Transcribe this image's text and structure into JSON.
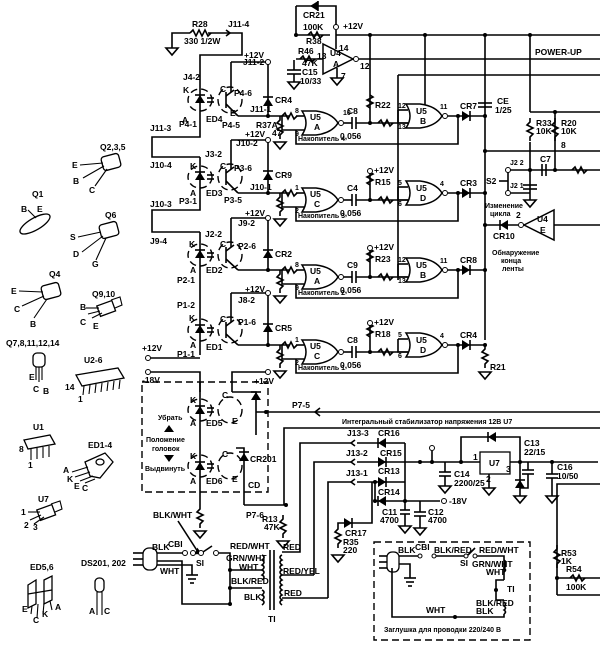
{
  "diagram": {
    "title": "Tape drive control circuit schematic",
    "resistors": {
      "R28": {
        "label": "R28",
        "value": "330 1/2W"
      },
      "R21_top": {
        "label": "CR21",
        "value": "100K"
      },
      "R38": {
        "label": "R38"
      },
      "R46": {
        "label": "R46",
        "value": "47K"
      },
      "R37A": {
        "label": "R37A",
        "value": "47"
      },
      "R22": {
        "label": "R22"
      },
      "R15": {
        "label": "R15"
      },
      "R23": {
        "label": "R23"
      },
      "R18": {
        "label": "R18"
      },
      "R21": {
        "label": "R21"
      },
      "R33": {
        "label": "R33",
        "value": "10K"
      },
      "R20": {
        "label": "R20",
        "value": "10K"
      },
      "R13": {
        "label": "R13",
        "value": "47K"
      },
      "R35": {
        "label": "R35",
        "value": "220"
      },
      "R53": {
        "label": "R53",
        "value": "1K"
      },
      "R54": {
        "label": "R54",
        "value": "100K"
      }
    },
    "capacitors": {
      "C15": {
        "label": "C15",
        "value": "10/33"
      },
      "C8a": {
        "label": "C8",
        "value": "0,056"
      },
      "C4": {
        "label": "C4",
        "value": "0,056"
      },
      "C9": {
        "label": "C9",
        "value": "0,056"
      },
      "C8b": {
        "label": "C8",
        "value": "0,056"
      },
      "CE": {
        "label": "CE",
        "value": "1/25"
      },
      "C7": {
        "label": "C7"
      },
      "C13": {
        "label": "C13",
        "value": "22/15"
      },
      "C14": {
        "label": "C14",
        "value": "2200/25"
      },
      "C16": {
        "label": "C16",
        "value": "10/50"
      },
      "C11": {
        "label": "C11",
        "value": "4700"
      },
      "C12": {
        "label": "C12",
        "value": "4700"
      }
    },
    "diodes": {
      "CR4": "CR4",
      "CR9": "CR9",
      "CR2": "CR2",
      "CR5": "CR5",
      "CR7": "CR7",
      "CR3": "CR3",
      "CR8": "CR8",
      "CR4b": "CR4",
      "CR10": "CR10",
      "CR16": "CR16",
      "CR15": "CR15",
      "CR13": "CR13",
      "CR14": "CR14",
      "CR17": "CR17",
      "CR201": "CR201"
    },
    "connectors": {
      "J11_4": "J11-4",
      "J11_2": "J11-2",
      "J4_2": "J4-2",
      "P4_6": "P4-6",
      "J11_1": "J11-1",
      "P4_1": "P4-1",
      "P4_5": "P4-5",
      "J11_3": "J11-3",
      "J10_2": "J10-2",
      "J10_4": "J10-4",
      "J3_2": "J3-2",
      "P3_6": "P3-6",
      "J10_1": "J10-1",
      "P3_1": "P3-1",
      "P3_5": "P3-5",
      "J10_3": "J10-3",
      "J9_2": "J9-2",
      "J9_4": "J9-4",
      "J2_2": "J2-2",
      "P2_6": "P2-6",
      "P2_1": "P2-1",
      "J8_2": "J8-2",
      "P1_2": "P1-2",
      "P1_6": "P1-6",
      "P1_1": "P1-1",
      "P7_5": "P7-5",
      "P7_6": "P7-6",
      "J13_3": "J13-3",
      "J13_2": "J13-2",
      "J13_1": "J13-1",
      "J2_2b": "J2 2",
      "J2_1": "J2 1"
    },
    "optocouplers": {
      "ED4": "ED4",
      "ED3": "ED3",
      "ED2": "ED2",
      "ED1": "ED1",
      "ED5": "ED5",
      "ED6": "ED6"
    },
    "pin_labels": {
      "K": "K",
      "A": "A",
      "C": "C",
      "E": "E",
      "CD": "CD"
    },
    "gates": {
      "U4A": {
        "name": "U4",
        "sub": "A",
        "pins": [
          "13",
          "14",
          "12",
          "7"
        ]
      },
      "U5A_top": {
        "name": "U5",
        "sub": "A",
        "pins": [
          "8",
          "9",
          "10"
        ]
      },
      "U5B_top": {
        "name": "U5",
        "sub": "B",
        "pins": [
          "12",
          "13",
          "11",
          "7"
        ]
      },
      "U5C_top": {
        "name": "U5",
        "sub": "C",
        "pins": [
          "1",
          "2"
        ]
      },
      "U5D_top": {
        "name": "U5",
        "sub": "D",
        "pins": [
          "5",
          "6",
          "4"
        ]
      },
      "U5A_bot": {
        "name": "U5",
        "sub": "A",
        "pins": [
          "8",
          "9"
        ]
      },
      "U5B_bot": {
        "name": "U5",
        "sub": "B",
        "pins": [
          "12",
          "13",
          "11"
        ]
      },
      "U5C_bot": {
        "name": "U5",
        "sub": "C",
        "pins": [
          "1",
          "2"
        ]
      },
      "U5D_bot": {
        "name": "U5",
        "sub": "D",
        "pins": [
          "5",
          "6",
          "4"
        ]
      },
      "U4E": {
        "name": "U4",
        "sub": "E",
        "pins": [
          "2"
        ]
      },
      "U7": {
        "name": "U7",
        "pins": [
          "1",
          "2",
          "3"
        ]
      }
    },
    "supply": {
      "p12": "+12V",
      "m18": "-18V",
      "m18b": "-18V",
      "p12b": "+12V"
    },
    "signals": {
      "power_up": "POWER-UP",
      "s2": "S2",
      "num8": "8",
      "accumulator4": "Накопитель 4",
      "accumulator3": "Накопитель 3",
      "accumulator2": "Накопитель 2",
      "accumulator1": "Накопитель 1",
      "cycle_change_1": "Изменение",
      "cycle_change_2": "цикла",
      "tape_end_1": "Обнаружение",
      "tape_end_2": "конца",
      "tape_end_3": "ленты",
      "regulator": "Интегральный стабилизатор напряжения 12В U7",
      "retract": "Убрать",
      "head_pos_1": "Положение",
      "head_pos_2": "головок",
      "extend": "Выдвинуть",
      "plug_note": "Заглушка для проводки 220/240 В"
    },
    "wires": {
      "blk_wht": "BLK/WHT",
      "blk": "BLK",
      "cb1": "CBI",
      "wht": "WHT",
      "s1": "SI",
      "red_wht": "RED/WHT",
      "grn_wht": "GRN/WHT",
      "wht2": "WHT",
      "blk_red": "BLK/RED",
      "blk2": "BLK",
      "t1": "TI",
      "red": "RED",
      "red_yel": "RED/YEL",
      "red2": "RED"
    },
    "parts_legend": [
      {
        "id": "Q2,3,5",
        "pins": [
          "E",
          "B",
          "C"
        ]
      },
      {
        "id": "Q1",
        "pins": [
          "B",
          "E"
        ]
      },
      {
        "id": "Q6",
        "pins": [
          "S",
          "D",
          "G"
        ]
      },
      {
        "id": "Q4",
        "pins": [
          "E",
          "C",
          "B"
        ]
      },
      {
        "id": "Q9,10",
        "pins": [
          "B",
          "C",
          "E"
        ]
      },
      {
        "id": "Q7,8,11,12,14",
        "pins": [
          "E",
          "C",
          "B"
        ]
      },
      {
        "id": "U2-6",
        "pins": [
          "14",
          "1"
        ]
      },
      {
        "id": "U1",
        "pins": [
          "8",
          "1"
        ]
      },
      {
        "id": "ED1-4",
        "pins": [
          "A",
          "K",
          "E",
          "C"
        ]
      },
      {
        "id": "U7",
        "pins": [
          "1",
          "2",
          "3"
        ]
      },
      {
        "id": "ED5,6",
        "pins": [
          "E",
          "C",
          "K",
          "A"
        ]
      },
      {
        "id": "DS201, 202",
        "pins": [
          "A",
          "C"
        ]
      }
    ]
  }
}
